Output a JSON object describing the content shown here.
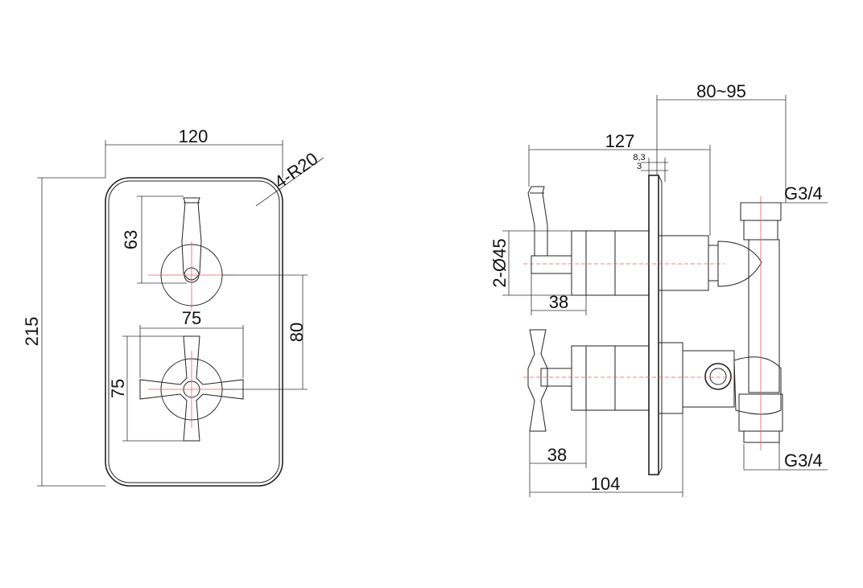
{
  "front_view": {
    "width": "120",
    "height": "215",
    "corner_radius": "4-R20",
    "lever_height": "63",
    "handle_spacing": "80",
    "cross_width": "75",
    "cross_height": "75"
  },
  "side_view": {
    "wall_depth": "80~95",
    "overall_depth": "127",
    "plate_thickness_a": "8,3",
    "plate_thickness_b": "3",
    "handle_diameter": "2-Ø45",
    "handle_length_top": "38",
    "handle_length_bottom": "38",
    "lower_depth": "104",
    "inlet_top": "G3/4",
    "inlet_bottom": "G3/4"
  },
  "colors": {
    "line": "#222222",
    "centerline": "#e06060"
  }
}
